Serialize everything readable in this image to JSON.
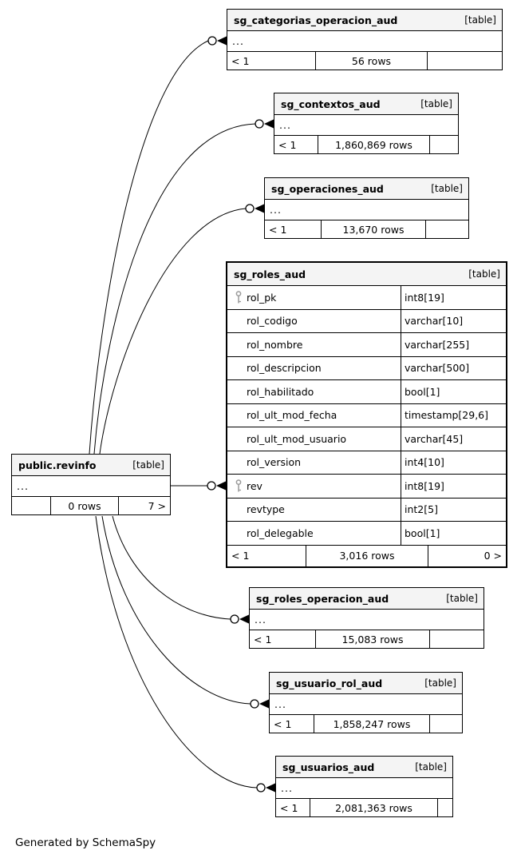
{
  "diagram": {
    "credit": "Generated by SchemaSpy"
  },
  "tables": [
    {
      "name": "sg_categorias_operacion_aud",
      "badge": "[table]",
      "collapsed": "...",
      "footer": {
        "left": "< 1",
        "center": "56 rows",
        "right": ""
      }
    },
    {
      "name": "sg_contextos_aud",
      "badge": "[table]",
      "collapsed": "...",
      "footer": {
        "left": "< 1",
        "center": "1,860,869 rows",
        "right": ""
      }
    },
    {
      "name": "sg_operaciones_aud",
      "badge": "[table]",
      "collapsed": "...",
      "footer": {
        "left": "< 1",
        "center": "13,670 rows",
        "right": ""
      }
    },
    {
      "name": "sg_roles_aud",
      "badge": "[table]",
      "columns": [
        {
          "name": "rol_pk",
          "type": "int8[19]",
          "pk": true
        },
        {
          "name": "rol_codigo",
          "type": "varchar[10]"
        },
        {
          "name": "rol_nombre",
          "type": "varchar[255]"
        },
        {
          "name": "rol_descripcion",
          "type": "varchar[500]"
        },
        {
          "name": "rol_habilitado",
          "type": "bool[1]"
        },
        {
          "name": "rol_ult_mod_fecha",
          "type": "timestamp[29,6]"
        },
        {
          "name": "rol_ult_mod_usuario",
          "type": "varchar[45]"
        },
        {
          "name": "rol_version",
          "type": "int4[10]"
        },
        {
          "name": "rev",
          "type": "int8[19]",
          "pk": true
        },
        {
          "name": "revtype",
          "type": "int2[5]"
        },
        {
          "name": "rol_delegable",
          "type": "bool[1]"
        }
      ],
      "footer": {
        "left": "< 1",
        "center": "3,016 rows",
        "right": "0 >"
      }
    },
    {
      "name": "public.revinfo",
      "badge": "[table]",
      "collapsed": "...",
      "footer": {
        "left": "",
        "center": "0 rows",
        "right": "7 >"
      }
    },
    {
      "name": "sg_roles_operacion_aud",
      "badge": "[table]",
      "collapsed": "...",
      "footer": {
        "left": "< 1",
        "center": "15,083 rows",
        "right": ""
      }
    },
    {
      "name": "sg_usuario_rol_aud",
      "badge": "[table]",
      "collapsed": "...",
      "footer": {
        "left": "< 1",
        "center": "1,858,247 rows",
        "right": ""
      }
    },
    {
      "name": "sg_usuarios_aud",
      "badge": "[table]",
      "collapsed": "...",
      "footer": {
        "left": "< 1",
        "center": "2,081,363 rows",
        "right": ""
      }
    }
  ],
  "relationships": [
    {
      "from": "public.revinfo",
      "to": "sg_categorias_operacion_aud"
    },
    {
      "from": "public.revinfo",
      "to": "sg_contextos_aud"
    },
    {
      "from": "public.revinfo",
      "to": "sg_operaciones_aud"
    },
    {
      "from": "public.revinfo",
      "to": "sg_roles_aud.rev"
    },
    {
      "from": "public.revinfo",
      "to": "sg_roles_operacion_aud"
    },
    {
      "from": "public.revinfo",
      "to": "sg_usuario_rol_aud"
    },
    {
      "from": "public.revinfo",
      "to": "sg_usuarios_aud"
    }
  ],
  "colors": {
    "line": "#000000",
    "header_bg": "#f4f4f4",
    "key_icon": "#9a9a9a"
  }
}
